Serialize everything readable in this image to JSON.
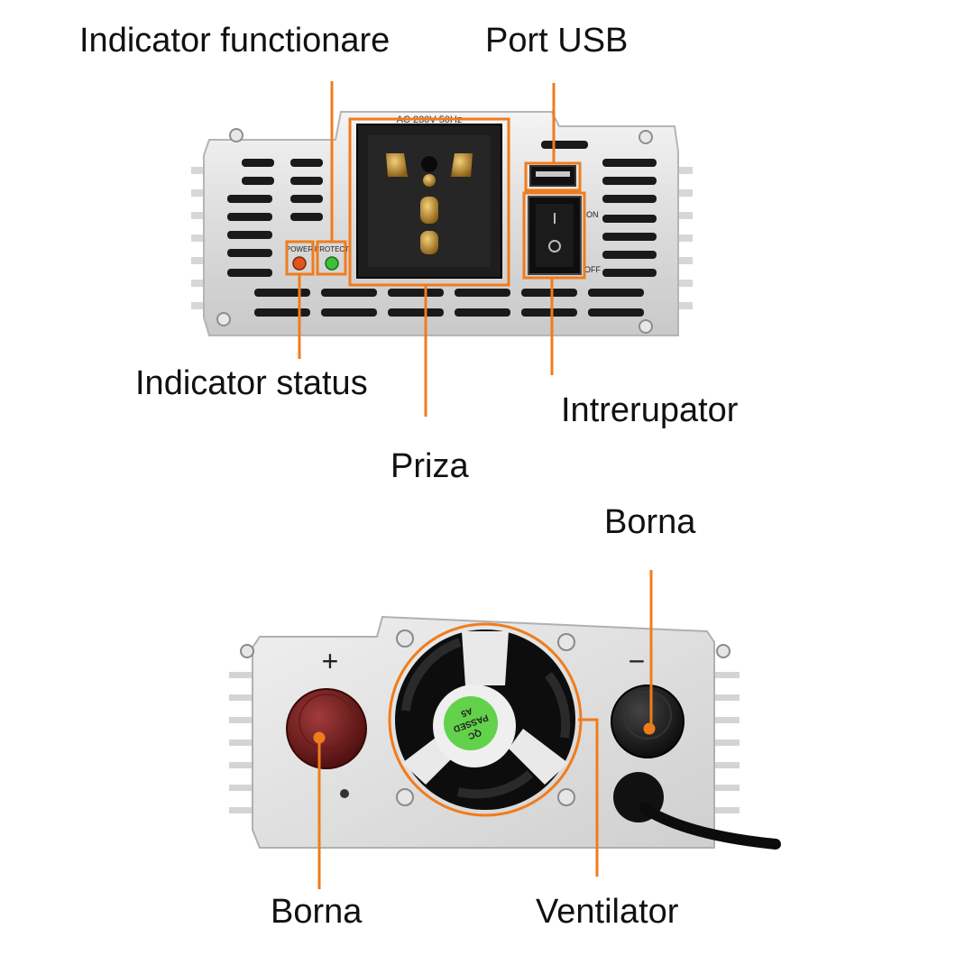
{
  "accent_color": "#f07c1c",
  "labels": {
    "indicator_functionare": "Indicator functionare",
    "port_usb": "Port USB",
    "indicator_status": "Indicator status",
    "priza": "Priza",
    "intrerupator": "Intrerupator",
    "borna_top": "Borna",
    "borna_bottom": "Borna",
    "ventilator": "Ventilator"
  },
  "panel_text": {
    "power": "POWER",
    "protect": "PROTECT",
    "on": "ON",
    "off": "OFF",
    "socket_rating": "AC 230V 50Hz",
    "plus": "+",
    "minus": "−",
    "qc_line1": "QC",
    "qc_line2": "PASSED",
    "qc_line3": "A5"
  }
}
